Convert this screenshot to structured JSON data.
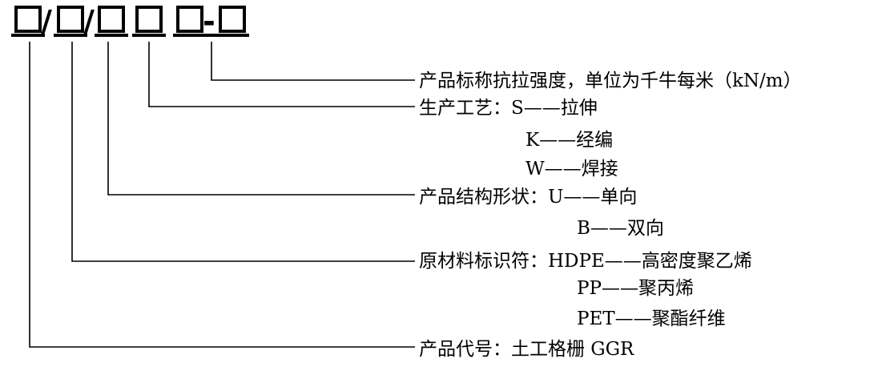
{
  "code": {
    "slash_1": "/",
    "slash_2": "/",
    "dash": "-"
  },
  "items": [
    {
      "label": "产品标称抗拉强度，单位为千牛每米（kN/m）",
      "options": []
    },
    {
      "label": "生产工艺：S——拉伸",
      "options": [
        "K——经编",
        "W——焊接"
      ]
    },
    {
      "label": "产品结构形状：U——单向",
      "options": [
        "B——双向"
      ]
    },
    {
      "label": "原材料标识符：HDPE——高密度聚乙烯",
      "options": [
        "PP——聚丙烯",
        "PET——聚酯纤维"
      ]
    },
    {
      "label": "产品代号：土工格栅 GGR",
      "options": []
    }
  ]
}
